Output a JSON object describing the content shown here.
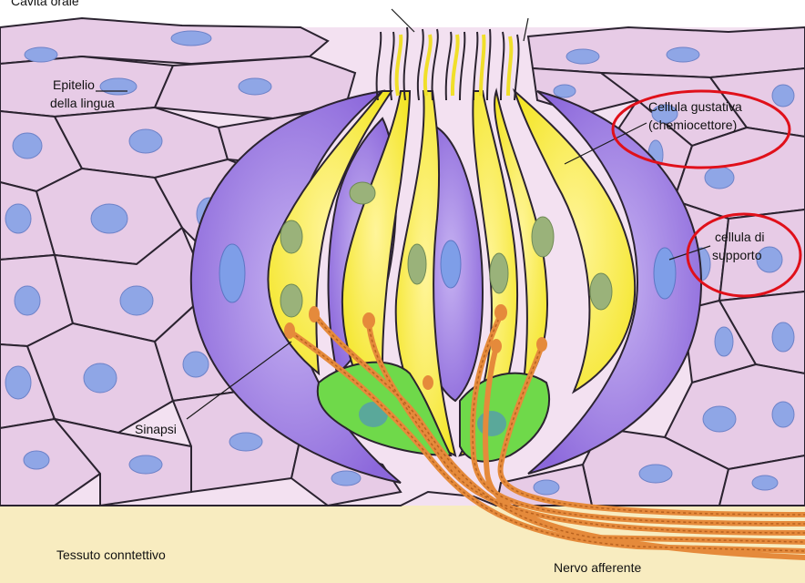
{
  "labels": {
    "top_left_cut": "Cavità orale",
    "epitelio_line1": "Epitelio",
    "epitelio_line2": "della lingua",
    "cellula_gustativa_line1": "Cellula gustativa",
    "cellula_gustativa_line2": "(chemiocettore)",
    "cellula_supporto_line1": "cellula di",
    "cellula_supporto_line2": "supporto",
    "sinapsi": "Sinapsi",
    "tessuto": "Tessuto conntettivo",
    "nervo": "Nervo afferente"
  },
  "colors": {
    "epithelium_cell": "#e7cbe6",
    "nucleus_blue": "#8fa6e6",
    "supporting_purple": "#9a78e0",
    "receptor_yellow": "#f5e92a",
    "basal_green": "#6fd94a",
    "nerve_orange": "#e58a3b",
    "connective": "#f8ecc0",
    "highlight_red": "#e0101a"
  }
}
